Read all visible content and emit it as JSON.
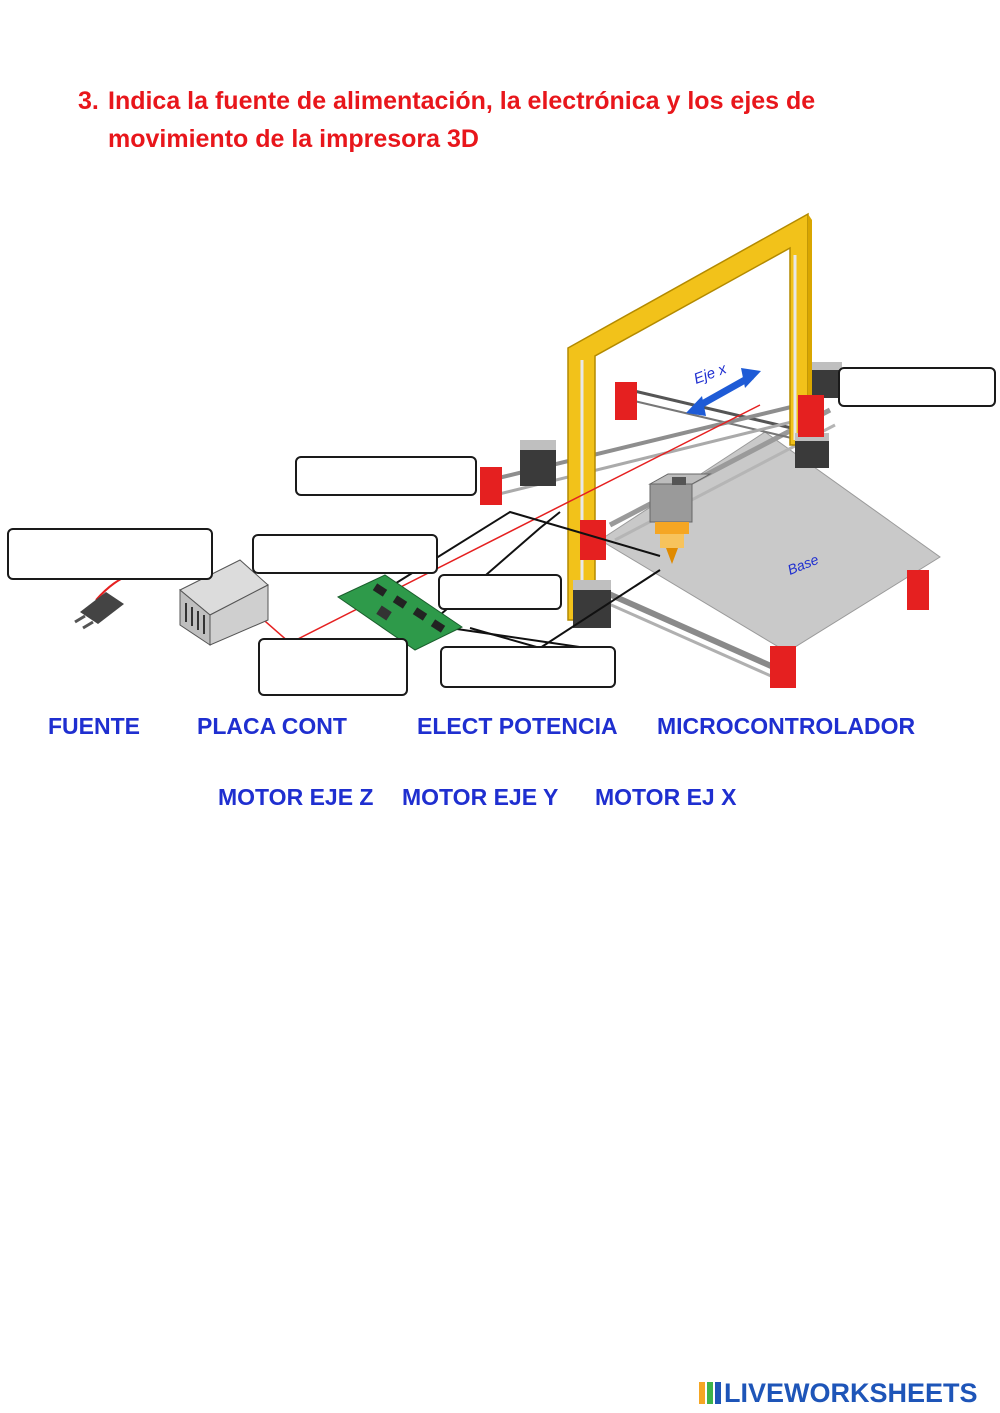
{
  "question": {
    "number": "3.",
    "text": "Indica la fuente de alimentación, la electrónica y los ejes de movimiento de la impresora 3D"
  },
  "diagram": {
    "axis_label": "Eje x",
    "base_label": "Base"
  },
  "word_bank": {
    "row1": [
      "FUENTE",
      "PLACA CONT",
      "ELECT POTENCIA",
      "MICROCONTROLADOR"
    ],
    "row2": [
      "MOTOR EJE Z",
      "MOTOR EJE Y",
      "MOTOR EJ X"
    ]
  },
  "answer_boxes": [
    "",
    "",
    "",
    "",
    "",
    "",
    ""
  ],
  "brand": {
    "name": "LIVEWORKSHEETS"
  },
  "colors": {
    "question": "#e8161b",
    "word_bank": "#1f2fd0",
    "frame": "#f2c21a",
    "red_blocks": "#e52020",
    "board": "#2e9a4a",
    "brand": "#1e55b8"
  }
}
